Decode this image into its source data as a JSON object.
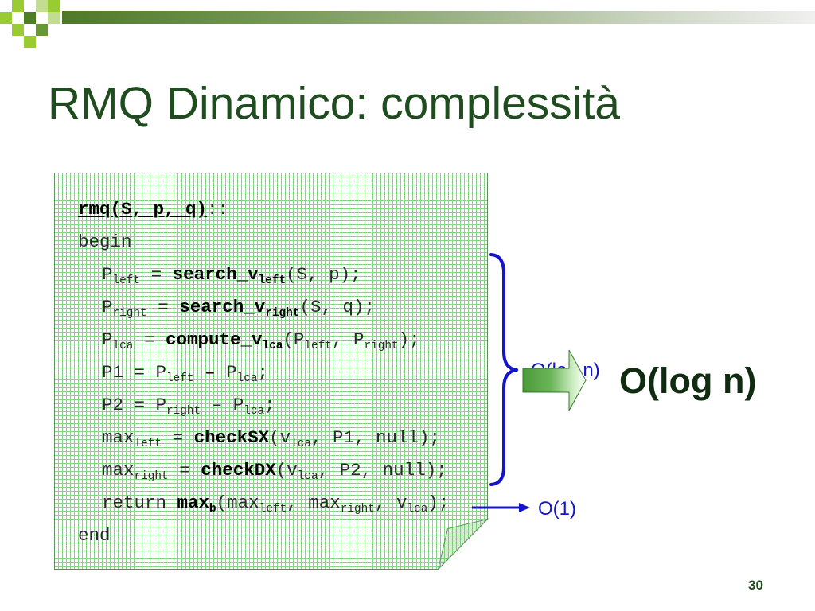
{
  "slide": {
    "title": "RMQ Dinamico: complessità",
    "page_number": "30"
  },
  "code": {
    "lines": [
      [
        {
          "t": "rmq(S, p, q)",
          "b": true,
          "u": true
        },
        {
          "t": "::"
        }
      ],
      [
        {
          "t": "begin"
        }
      ],
      [
        {
          "t": "P"
        },
        {
          "t": "left",
          "sub": true
        },
        {
          "t": " = "
        },
        {
          "t": "search_v",
          "b": true
        },
        {
          "t": "left",
          "b": true,
          "sub": true
        },
        {
          "t": "(S, p);"
        }
      ],
      [
        {
          "t": "P"
        },
        {
          "t": "right",
          "sub": true
        },
        {
          "t": " = "
        },
        {
          "t": "search_v",
          "b": true
        },
        {
          "t": "right",
          "b": true,
          "sub": true
        },
        {
          "t": "(S, q);"
        }
      ],
      [
        {
          "t": "P"
        },
        {
          "t": "lca",
          "sub": true
        },
        {
          "t": " = "
        },
        {
          "t": "compute_v",
          "b": true
        },
        {
          "t": "lca",
          "b": true,
          "sub": true
        },
        {
          "t": "(P"
        },
        {
          "t": "left",
          "sub": true
        },
        {
          "t": ", P"
        },
        {
          "t": "right",
          "sub": true
        },
        {
          "t": ");"
        }
      ],
      [
        {
          "t": "P1 = P"
        },
        {
          "t": "left",
          "sub": true
        },
        {
          "t": " "
        },
        {
          "t": "–",
          "b": true
        },
        {
          "t": " P"
        },
        {
          "t": "lca",
          "sub": true
        },
        {
          "t": ";"
        }
      ],
      [
        {
          "t": "P2 = P"
        },
        {
          "t": "right",
          "sub": true
        },
        {
          "t": " – P"
        },
        {
          "t": "lca",
          "sub": true
        },
        {
          "t": ";"
        }
      ],
      [
        {
          "t": "max"
        },
        {
          "t": "left",
          "sub": true
        },
        {
          "t": " = "
        },
        {
          "t": "checkSX",
          "b": true
        },
        {
          "t": "(v"
        },
        {
          "t": "lca",
          "sub": true
        },
        {
          "t": ", P1, null);"
        }
      ],
      [
        {
          "t": "max"
        },
        {
          "t": "right",
          "sub": true
        },
        {
          "t": " = "
        },
        {
          "t": "checkDX",
          "b": true
        },
        {
          "t": "(v"
        },
        {
          "t": "lca",
          "sub": true
        },
        {
          "t": ", P2, null);"
        }
      ],
      [
        {
          "t": "return "
        },
        {
          "t": "max",
          "b": true
        },
        {
          "t": "b",
          "b": true,
          "sub": true
        },
        {
          "t": "(max"
        },
        {
          "t": "left",
          "sub": true
        },
        {
          "t": ", max"
        },
        {
          "t": "right",
          "sub": true
        },
        {
          "t": ", v"
        },
        {
          "t": "lca",
          "sub": true
        },
        {
          "t": ");"
        }
      ],
      [
        {
          "t": "end"
        }
      ]
    ]
  },
  "annotations": {
    "occluded_label": "O(log n)",
    "total_complexity": "O(log n)",
    "return_complexity": "O(1)"
  },
  "colors": {
    "title": "#1f4d1f",
    "total_complexity": "#102b10",
    "annotation_blue": "#1414cc",
    "grid_line": "#86d486",
    "arrow_green": "#4a9a38",
    "decoration_green": "#99cc33"
  }
}
